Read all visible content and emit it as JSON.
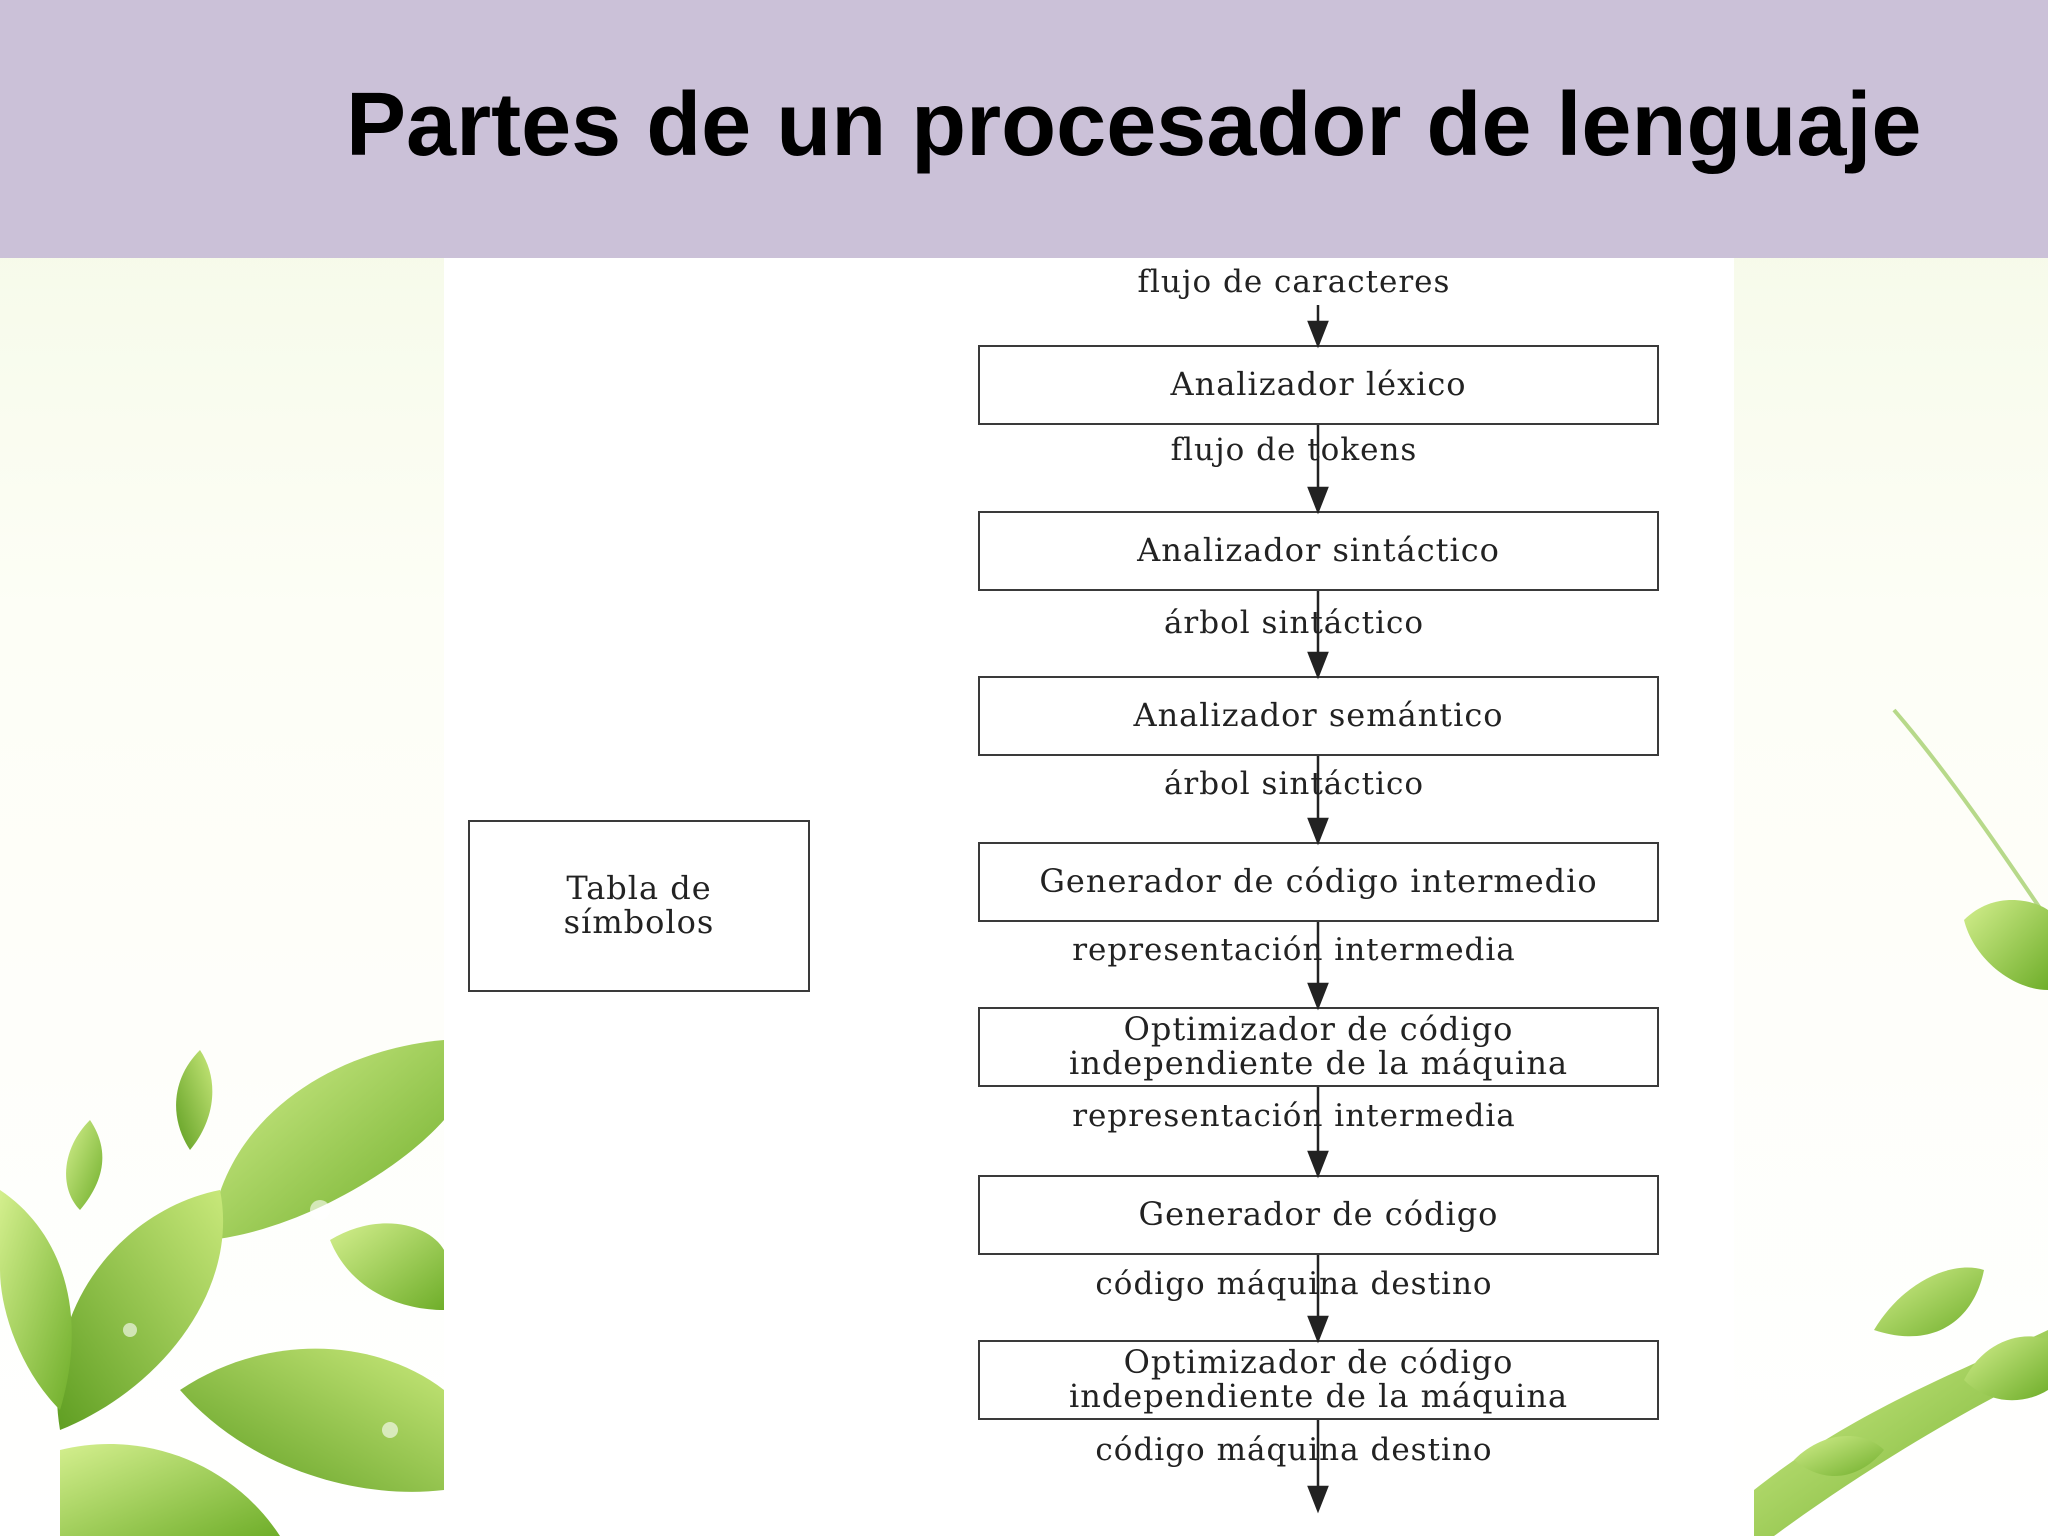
{
  "title": "Partes de un procesador de lenguaje",
  "symbol_table": {
    "line1": "Tabla de",
    "line2": "símbolos"
  },
  "flow_labels": [
    "flujo de caracteres",
    "flujo de tokens",
    "árbol sintáctico",
    "árbol sintáctico",
    "representación intermedia",
    "representación intermedia",
    "código máquina destino",
    "código máquina destino"
  ],
  "stages": [
    {
      "line1": "Analizador léxico",
      "line2": ""
    },
    {
      "line1": "Analizador sintáctico",
      "line2": ""
    },
    {
      "line1": "Analizador semántico",
      "line2": ""
    },
    {
      "line1": "Generador de código intermedio",
      "line2": ""
    },
    {
      "line1": "Optimizador de código",
      "line2": "independiente de la máquina"
    },
    {
      "line1": "Generador de código",
      "line2": ""
    },
    {
      "line1": "Optimizador de código",
      "line2": "independiente de la máquina"
    }
  ],
  "colors": {
    "title_band": "#cbc1d8",
    "leaf_light": "#b8dc6a",
    "leaf_dark": "#6fae2a"
  }
}
